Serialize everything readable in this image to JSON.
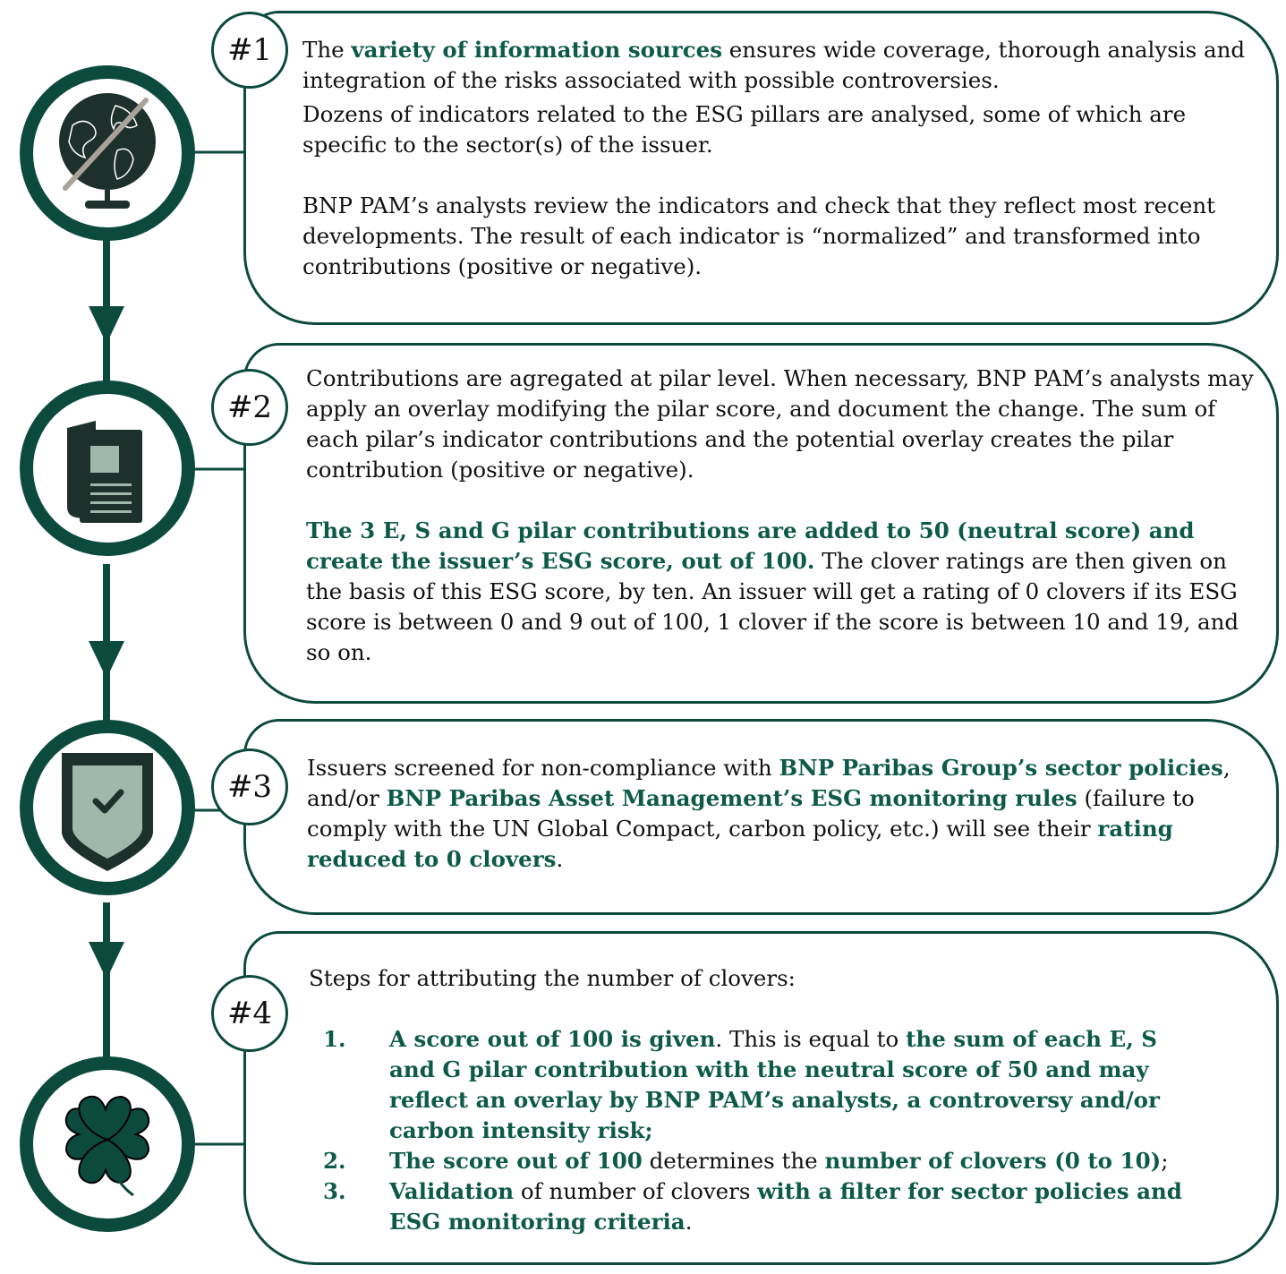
{
  "colors": {
    "accent": "#0d4a3e",
    "highlight": "#0d5a48",
    "icon_dark": "#1e302b",
    "icon_light": "#9fb8ab"
  },
  "steps": [
    {
      "badge": "#1",
      "icon": "globe-icon",
      "p1_pre": "The ",
      "p1_hl": "variety of information sources",
      "p1_post": " ensures wide coverage, thorough analysis and integration of the risks associated with possible controversies.",
      "p2": "Dozens of indicators related to the ESG pillars are analysed, some of which are specific to the sector(s) of the issuer.",
      "p3": "BNP PAM’s analysts review the indicators and check that they reflect most recent developments. The result of each indicator is “normalized” and transformed into contributions (positive or negative)."
    },
    {
      "badge": "#2",
      "icon": "document-icon",
      "p1": "Contributions are agregated at pilar level. When necessary, BNP PAM’s analysts may apply an overlay modifying the pilar score, and document the change. The sum of each pilar’s indicator contributions and the potential overlay creates the pilar contribution (positive or negative).",
      "p2_hl": "The 3 E, S and G pilar contributions are added to 50 (neutral score) and create the issuer’s ESG score, out of 100.",
      "p2_post": " The clover ratings are then given on the basis of this ESG score, by ten.  An issuer will get a rating of 0 clovers if its ESG score is between 0 and 9 out of 100, 1 clover if the score is between 10 and 19, and so on."
    },
    {
      "badge": "#3",
      "icon": "shield-check-icon",
      "t1": "Issuers screened for non-compliance with ",
      "hl1": "BNP Paribas Group’s sector policies",
      "t2": ", and/or ",
      "hl2": "BNP Paribas Asset Management’s ESG monitoring rules",
      "t3": " (failure to comply with the UN Global Compact, carbon policy, etc.) will see their ",
      "hl3": "rating reduced to 0 clovers",
      "t4": "."
    },
    {
      "badge": "#4",
      "icon": "clover-icon",
      "intro": "Steps for attributing the number of clovers:",
      "items": [
        {
          "num": "1.",
          "hl_a": "A score out of 100 is given",
          "text_a": ". This is equal to ",
          "hl_b": "the sum of each E, S and G pilar contribution with the neutral score of 50 and may reflect an overlay by BNP PAM’s analysts, a controversy and/or carbon intensity risk;",
          "text_b": ""
        },
        {
          "num": "2.",
          "hl_a": "The score out of 100",
          "text_a": " determines the ",
          "hl_b": "number of clovers (0 to 10)",
          "text_b": ";"
        },
        {
          "num": "3.",
          "hl_a": "Validation",
          "text_a": " of number of clovers ",
          "hl_b": "with a filter for sector policies and ESG monitoring criteria",
          "text_b": "."
        }
      ]
    }
  ]
}
